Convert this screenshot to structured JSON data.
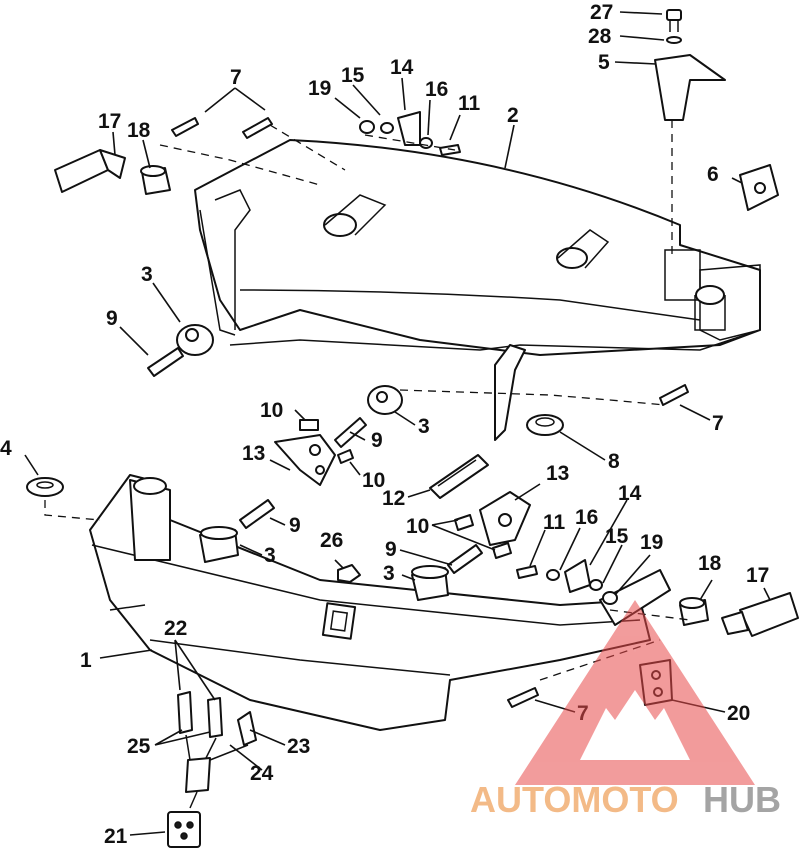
{
  "callouts": [
    "27",
    "28",
    "5",
    "7",
    "15",
    "14",
    "19",
    "16",
    "11",
    "2",
    "17",
    "18",
    "6",
    "3",
    "9",
    "7",
    "10",
    "3",
    "9",
    "13",
    "10",
    "8",
    "4",
    "12",
    "13",
    "10",
    "14",
    "11",
    "16",
    "9",
    "26",
    "9",
    "15",
    "19",
    "3",
    "3",
    "18",
    "17",
    "22",
    "1",
    "7",
    "20",
    "25",
    "23",
    "24",
    "21"
  ],
  "watermark": {
    "part1": "AUTOMOTO",
    "part2": "HUB",
    "color1": "#F2B27A",
    "color2": "#9A9A9A",
    "triangle_color": "#E84B4B"
  }
}
